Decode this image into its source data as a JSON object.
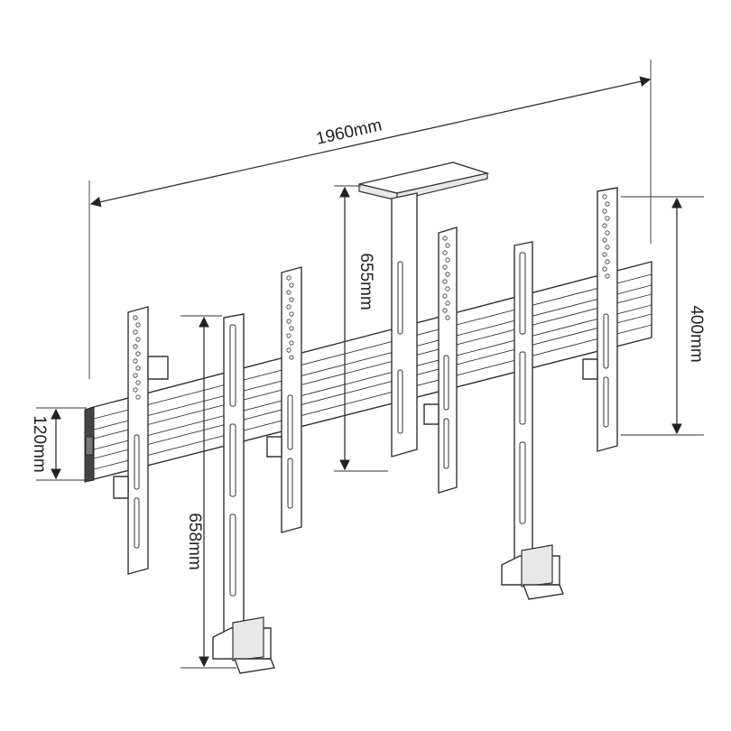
{
  "dimensions": {
    "width": "1960mm",
    "bracket_height": "655mm",
    "vesa_height": "400mm",
    "rail_height": "120mm",
    "leg_height": "658mm"
  }
}
